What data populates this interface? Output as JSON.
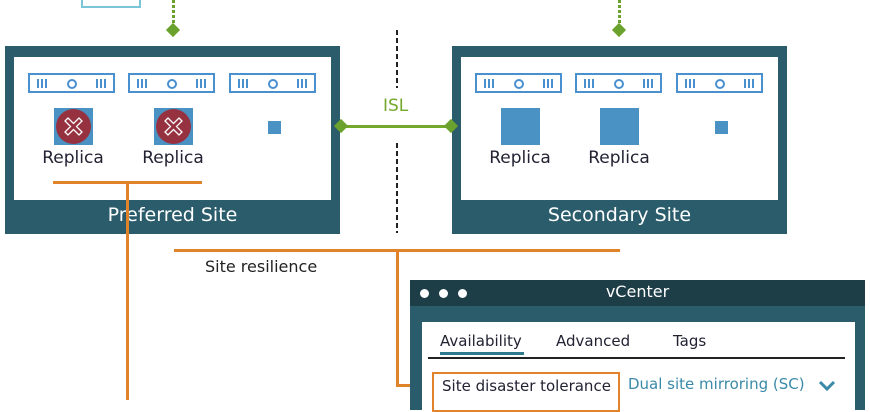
{
  "colors": {
    "site_frame": "#2b5c6b",
    "object_blue": "#4a92c4",
    "rack_blue": "#4a90cf",
    "failure_red": "#963240",
    "orange_annotation": "#e0832a",
    "isl_green": "#74a82d",
    "vcenter_titlebar": "#1d3d47",
    "link_teal": "#3a8aa8"
  },
  "sites": [
    {
      "label": "Preferred Site",
      "hosts": 3,
      "objects": [
        {
          "label": "Replica",
          "state": "failed",
          "icon": "x-circle-icon"
        },
        {
          "label": "Replica",
          "state": "failed",
          "icon": "x-circle-icon"
        },
        {
          "label": "",
          "state": "witness-component"
        }
      ]
    },
    {
      "label": "Secondary Site",
      "hosts": 3,
      "objects": [
        {
          "label": "Replica",
          "state": "healthy"
        },
        {
          "label": "Replica",
          "state": "healthy"
        },
        {
          "label": "",
          "state": "witness-component"
        }
      ]
    }
  ],
  "isl": {
    "label": "ISL"
  },
  "annotation": {
    "label": "Site resilience"
  },
  "vcenter": {
    "title": "vCenter",
    "window_dots": 3,
    "tabs": [
      {
        "label": "Availability",
        "active": true
      },
      {
        "label": "Advanced",
        "active": false
      },
      {
        "label": "Tags",
        "active": false
      }
    ],
    "property": {
      "label": "Site disaster tolerance",
      "value": "Dual site mirroring (SC)",
      "icon": "chevron-down-icon"
    }
  }
}
